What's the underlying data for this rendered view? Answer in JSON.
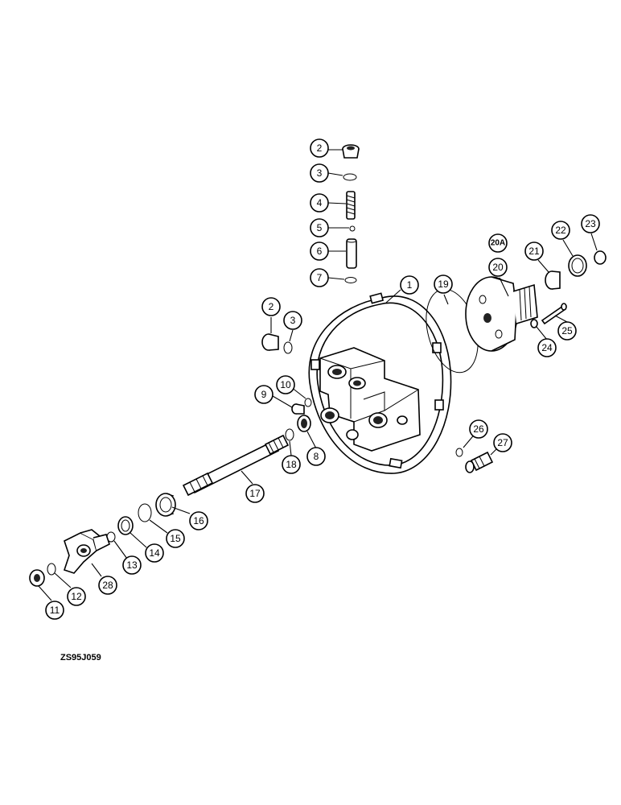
{
  "figure_id": "ZS95J059",
  "callouts": {
    "c1": "1",
    "c2a": "2",
    "c3a": "3",
    "c4": "4",
    "c5": "5",
    "c6": "6",
    "c7": "7",
    "c2b": "2",
    "c3b": "3",
    "c8": "8",
    "c9": "9",
    "c10": "10",
    "c11": "11",
    "c12": "12",
    "c13": "13",
    "c14": "14",
    "c15": "15",
    "c16": "16",
    "c17": "17",
    "c18": "18",
    "c19": "19",
    "c20a": "20A",
    "c20": "20",
    "c21": "21",
    "c22": "22",
    "c23": "23",
    "c24": "24",
    "c25": "25",
    "c26": "26",
    "c27": "27",
    "c28": "28"
  }
}
